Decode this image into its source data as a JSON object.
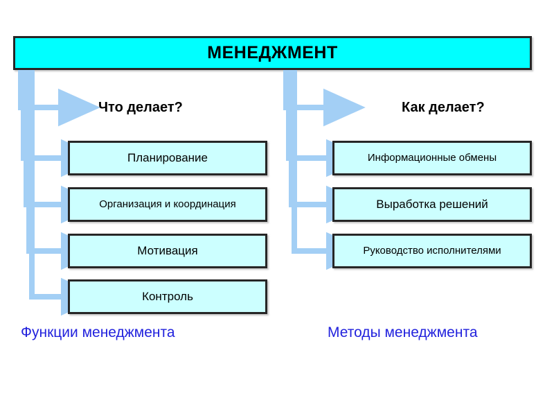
{
  "slide": {
    "title": "МЕНЕДЖМЕНТ",
    "background": "#ffffff"
  },
  "colors": {
    "title_fill": "#00FFFF",
    "box_fill": "#CCFFFF",
    "box_border": "#262626",
    "arrow": "#A3CFF5",
    "caption_text": "#2222DD",
    "text": "#000000"
  },
  "columns": [
    {
      "id": "functions",
      "header": "Что делает?",
      "caption": "Функции менеджмента",
      "items": [
        {
          "label": "Планирование",
          "size": "lg"
        },
        {
          "label": "Организация и координация",
          "size": "sm"
        },
        {
          "label": "Мотивация",
          "size": "lg"
        },
        {
          "label": "Контроль",
          "size": "lg"
        }
      ]
    },
    {
      "id": "methods",
      "header": "Как делает?",
      "caption": "Методы менеджмента",
      "items": [
        {
          "label": "Информационные обмены",
          "size": "sm"
        },
        {
          "label": "Выработка решений",
          "size": "lg"
        },
        {
          "label": "Руководство исполнителями",
          "size": "sm"
        }
      ]
    }
  ]
}
